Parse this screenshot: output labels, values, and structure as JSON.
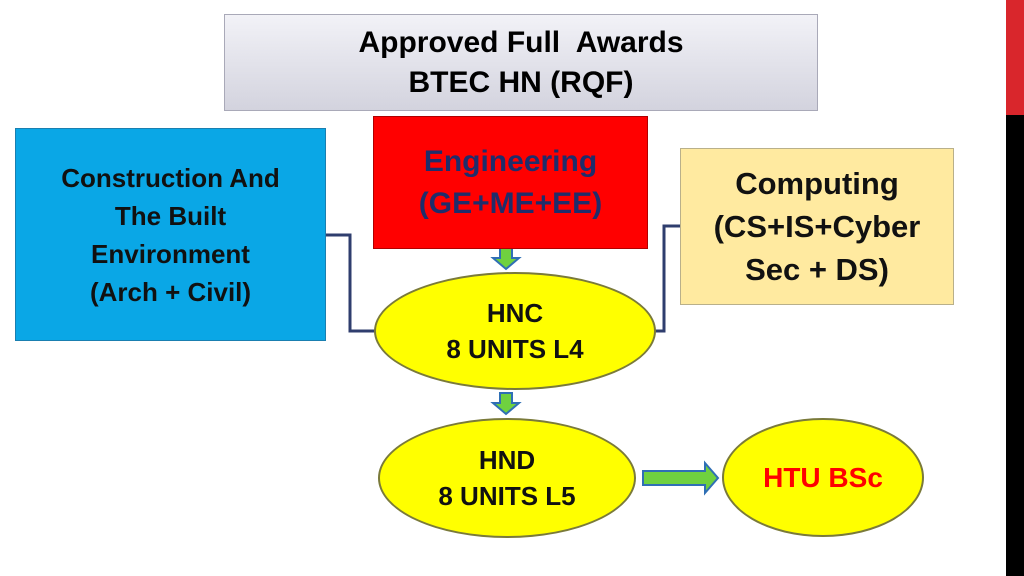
{
  "title": {
    "line1": "Approved Full  Awards",
    "line2": "BTEC HN (RQF)"
  },
  "construction": {
    "line1": "Construction And",
    "line2": "The Built",
    "line3": "Environment",
    "line4": "(Arch + Civil)"
  },
  "engineering": {
    "line1": "Engineering",
    "line2": "(GE+ME+EE)"
  },
  "computing": {
    "line1": "Computing",
    "line2": "(CS+IS+Cyber",
    "line3": "Sec + DS)"
  },
  "hnc": {
    "line1": "HNC",
    "line2": "8 UNITS L4"
  },
  "hnd": {
    "line1": "HND",
    "line2": "8 UNITS L5"
  },
  "htu": {
    "label": "HTU BSc"
  },
  "colors": {
    "connector": "#2f3e6e",
    "arrow_fill": "#6fd13f",
    "arrow_stroke": "#2f6fb5",
    "accent_red": "#d9262c"
  }
}
